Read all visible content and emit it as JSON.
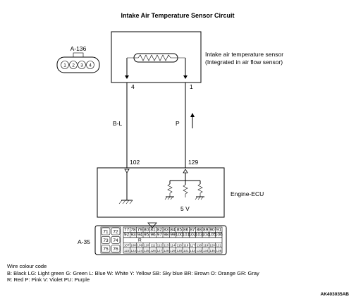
{
  "title": "Intake Air Temperature Sensor Circuit",
  "sensor_connector_id": "A-136",
  "sensor_connector_pins": [
    "1",
    "2",
    "3",
    "4"
  ],
  "sensor_name_line1": "Intake air temperature sensor",
  "sensor_name_line2": "(Integrated in air flow sensor)",
  "sensor_terminal_left": "4",
  "sensor_terminal_right": "1",
  "wire_left_color": "B-L",
  "wire_right_color": "P",
  "ecu_terminal_left": "102",
  "ecu_terminal_right": "129",
  "ecu_name": "Engine-ECU",
  "supply_voltage": "5 V",
  "ecu_connector_id": "A-35",
  "ecu_small_pins": [
    [
      "71",
      "72"
    ],
    [
      "73",
      "74"
    ],
    [
      "75",
      "76"
    ]
  ],
  "ecu_row1": [
    "77",
    "78",
    "79",
    "80",
    "81",
    "82",
    "83",
    "84",
    "85",
    "86",
    "87",
    "88",
    "89",
    "90",
    "91"
  ],
  "ecu_row2": [
    "92",
    "93",
    "94",
    "95",
    "96",
    "97",
    "98",
    "99",
    "100",
    "101",
    "102",
    "103",
    "104",
    "105",
    "106"
  ],
  "ecu_row3_mark": "R",
  "ecu_row4": [
    "107",
    "108",
    "109",
    "110",
    "111",
    "112",
    "113",
    "114",
    "115",
    "116",
    "117",
    "118",
    "119",
    "120",
    "121"
  ],
  "ecu_row5": [
    "122",
    "123",
    "124",
    "125",
    "126",
    "127",
    "128",
    "129",
    "130",
    "131",
    "132",
    "133",
    "134",
    "135",
    "136"
  ],
  "legend_heading": "Wire colour code",
  "legend_line1": "B: Black  LG: Light green  G: Green  L: Blue  W: White  Y: Yellow  SB: Sky blue  BR: Brown  O: Orange  GR: Gray",
  "legend_line2": "R: Red  P: Pink  V: Violet  PU: Purple",
  "figure_code": "AK403035AB"
}
